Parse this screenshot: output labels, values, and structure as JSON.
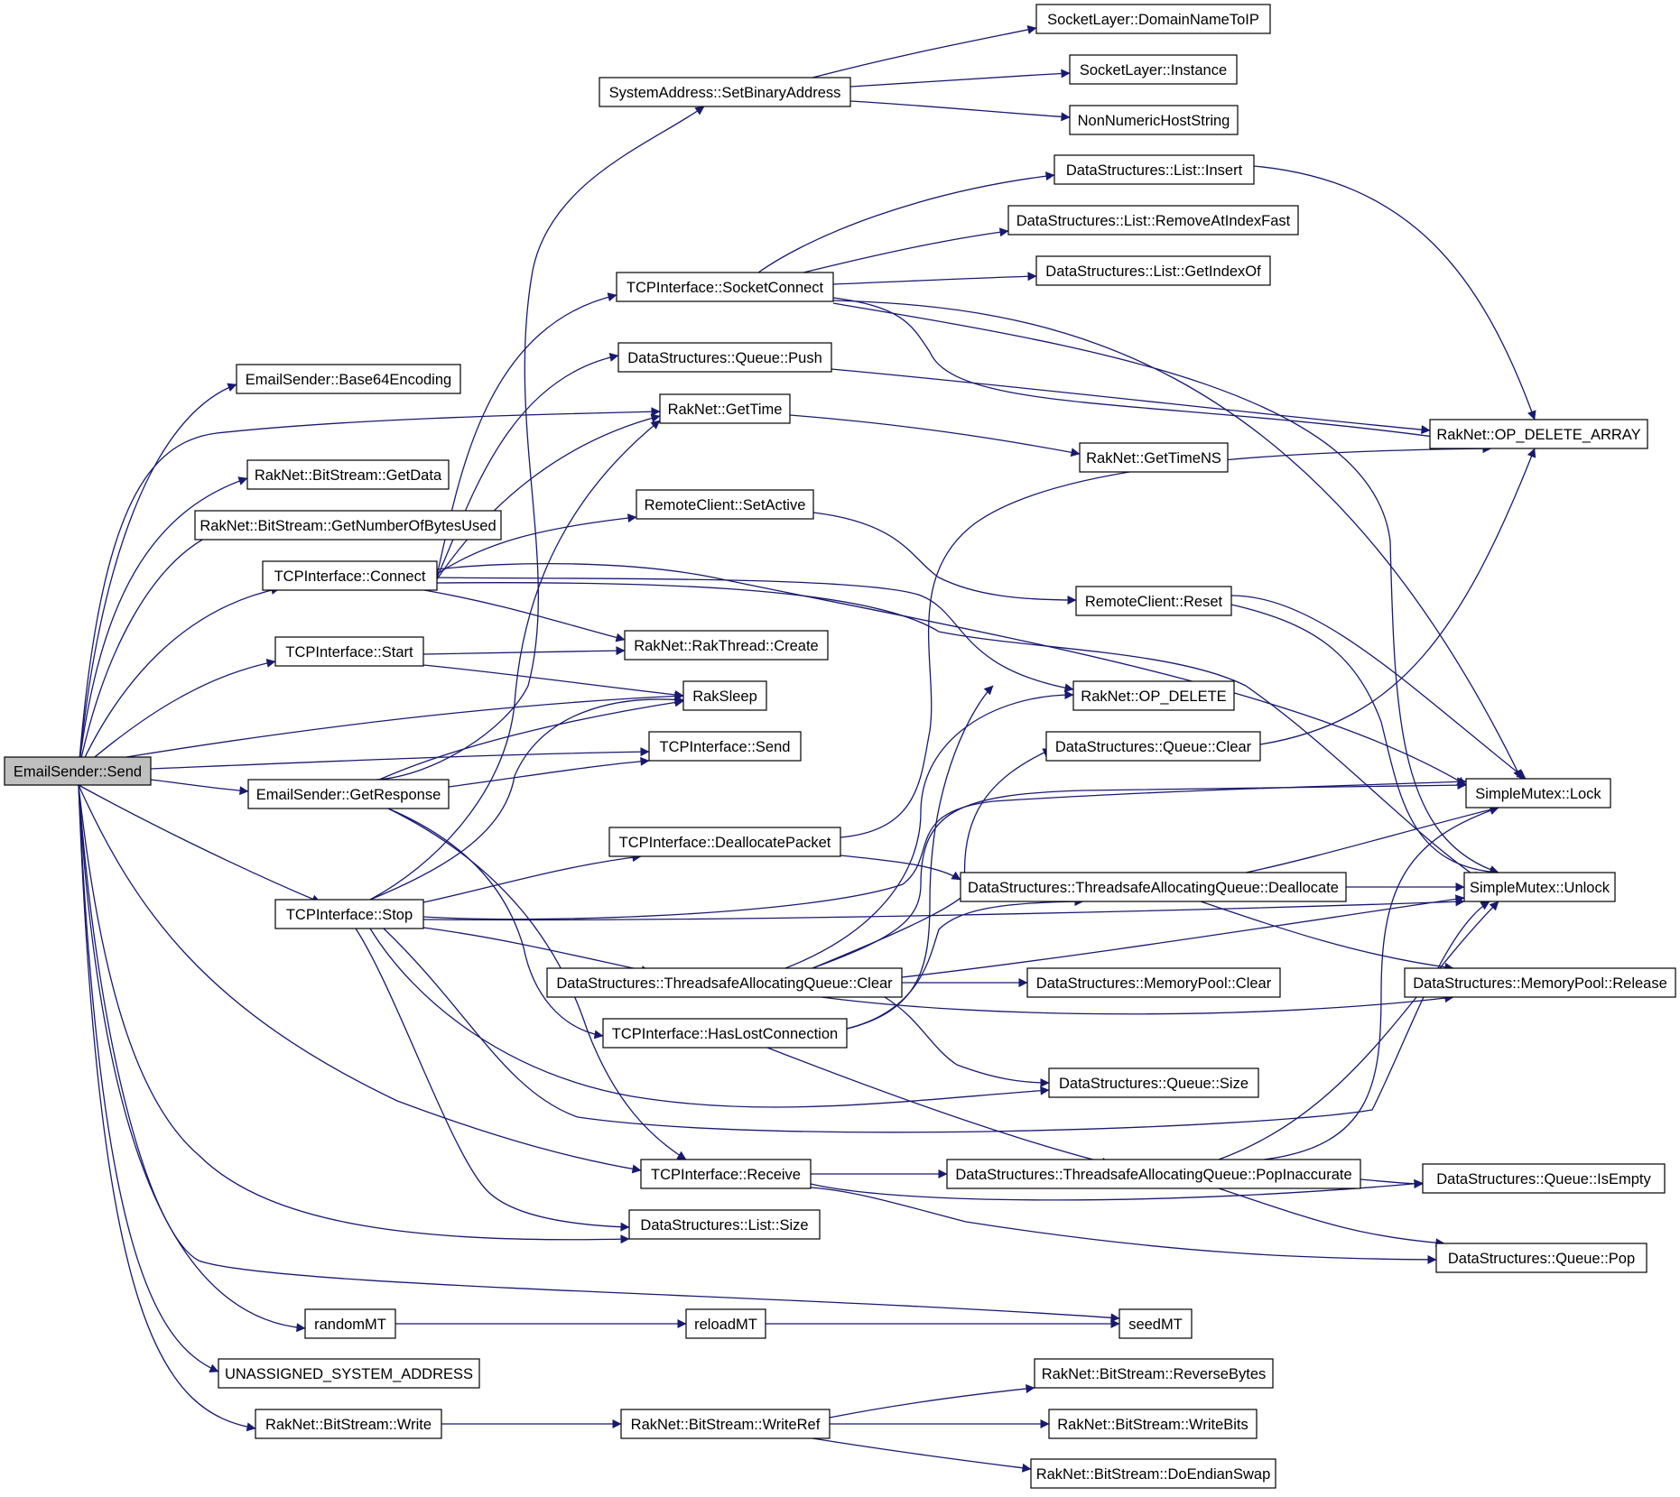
{
  "diagram": {
    "kind": "call graph",
    "colors": {
      "edge": "#191970",
      "node_border": "#000000",
      "truncated_node_border": "#ff0000",
      "root_fill": "#bfbfbf",
      "node_fill": "#ffffff"
    },
    "nodes": [
      {
        "id": "n0",
        "label": "EmailSender::Send",
        "root": true
      },
      {
        "id": "n1",
        "label": "EmailSender::Base64Encoding"
      },
      {
        "id": "n2",
        "label": "RakNet::BitStream::GetData"
      },
      {
        "id": "n3",
        "label": "RakNet::BitStream::GetNumberOfBytesUsed"
      },
      {
        "id": "n4",
        "label": "TCPInterface::Connect"
      },
      {
        "id": "n5",
        "label": "TCPInterface::Start"
      },
      {
        "id": "n6",
        "label": "EmailSender::GetResponse"
      },
      {
        "id": "n7",
        "label": "TCPInterface::Stop"
      },
      {
        "id": "n8",
        "label": "randomMT"
      },
      {
        "id": "n9",
        "label": "UNASSIGNED_SYSTEM_ADDRESS"
      },
      {
        "id": "n10",
        "label": "RakNet::BitStream::Write"
      },
      {
        "id": "n11",
        "label": "SystemAddress::SetBinaryAddress"
      },
      {
        "id": "n12",
        "label": "TCPInterface::SocketConnect"
      },
      {
        "id": "n13",
        "label": "DataStructures::Queue::Push"
      },
      {
        "id": "n14",
        "label": "RakNet::GetTime"
      },
      {
        "id": "n15",
        "label": "RemoteClient::SetActive"
      },
      {
        "id": "n16",
        "label": "RakNet::RakThread::Create"
      },
      {
        "id": "n17",
        "label": "RakSleep"
      },
      {
        "id": "n18",
        "label": "TCPInterface::Send"
      },
      {
        "id": "n19",
        "label": "TCPInterface::DeallocatePacket"
      },
      {
        "id": "n20",
        "label": "DataStructures::ThreadsafeAllocatingQueue::Clear"
      },
      {
        "id": "n21",
        "label": "TCPInterface::HasLostConnection"
      },
      {
        "id": "n22",
        "label": "TCPInterface::Receive"
      },
      {
        "id": "n23",
        "label": "DataStructures::List::Size"
      },
      {
        "id": "n24",
        "label": "reloadMT"
      },
      {
        "id": "n25",
        "label": "RakNet::BitStream::WriteRef"
      },
      {
        "id": "n26",
        "label": "SocketLayer::DomainNameToIP"
      },
      {
        "id": "n27",
        "label": "SocketLayer::Instance"
      },
      {
        "id": "n28",
        "label": "NonNumericHostString"
      },
      {
        "id": "n29",
        "label": "DataStructures::List::Insert"
      },
      {
        "id": "n30",
        "label": "DataStructures::List::RemoveAtIndexFast"
      },
      {
        "id": "n31",
        "label": "DataStructures::List::GetIndexOf"
      },
      {
        "id": "n32",
        "label": "RakNet::GetTimeNS"
      },
      {
        "id": "n33",
        "label": "RemoteClient::Reset",
        "truncated": true
      },
      {
        "id": "n34",
        "label": "RakNet::OP_DELETE"
      },
      {
        "id": "n35",
        "label": "DataStructures::Queue::Clear"
      },
      {
        "id": "n36",
        "label": "DataStructures::ThreadsafeAllocatingQueue::Deallocate"
      },
      {
        "id": "n37",
        "label": "DataStructures::MemoryPool::Clear"
      },
      {
        "id": "n38",
        "label": "DataStructures::Queue::Size"
      },
      {
        "id": "n39",
        "label": "DataStructures::ThreadsafeAllocatingQueue::PopInaccurate"
      },
      {
        "id": "n40",
        "label": "seedMT"
      },
      {
        "id": "n41",
        "label": "RakNet::BitStream::ReverseBytes"
      },
      {
        "id": "n42",
        "label": "RakNet::BitStream::WriteBits",
        "truncated": true
      },
      {
        "id": "n43",
        "label": "RakNet::BitStream::DoEndianSwap"
      },
      {
        "id": "n44",
        "label": "RakNet::OP_DELETE_ARRAY"
      },
      {
        "id": "n45",
        "label": "SimpleMutex::Lock"
      },
      {
        "id": "n46",
        "label": "SimpleMutex::Unlock"
      },
      {
        "id": "n47",
        "label": "DataStructures::MemoryPool::Release",
        "truncated": true
      },
      {
        "id": "n48",
        "label": "DataStructures::Queue::IsEmpty"
      },
      {
        "id": "n49",
        "label": "DataStructures::Queue::Pop"
      }
    ]
  }
}
